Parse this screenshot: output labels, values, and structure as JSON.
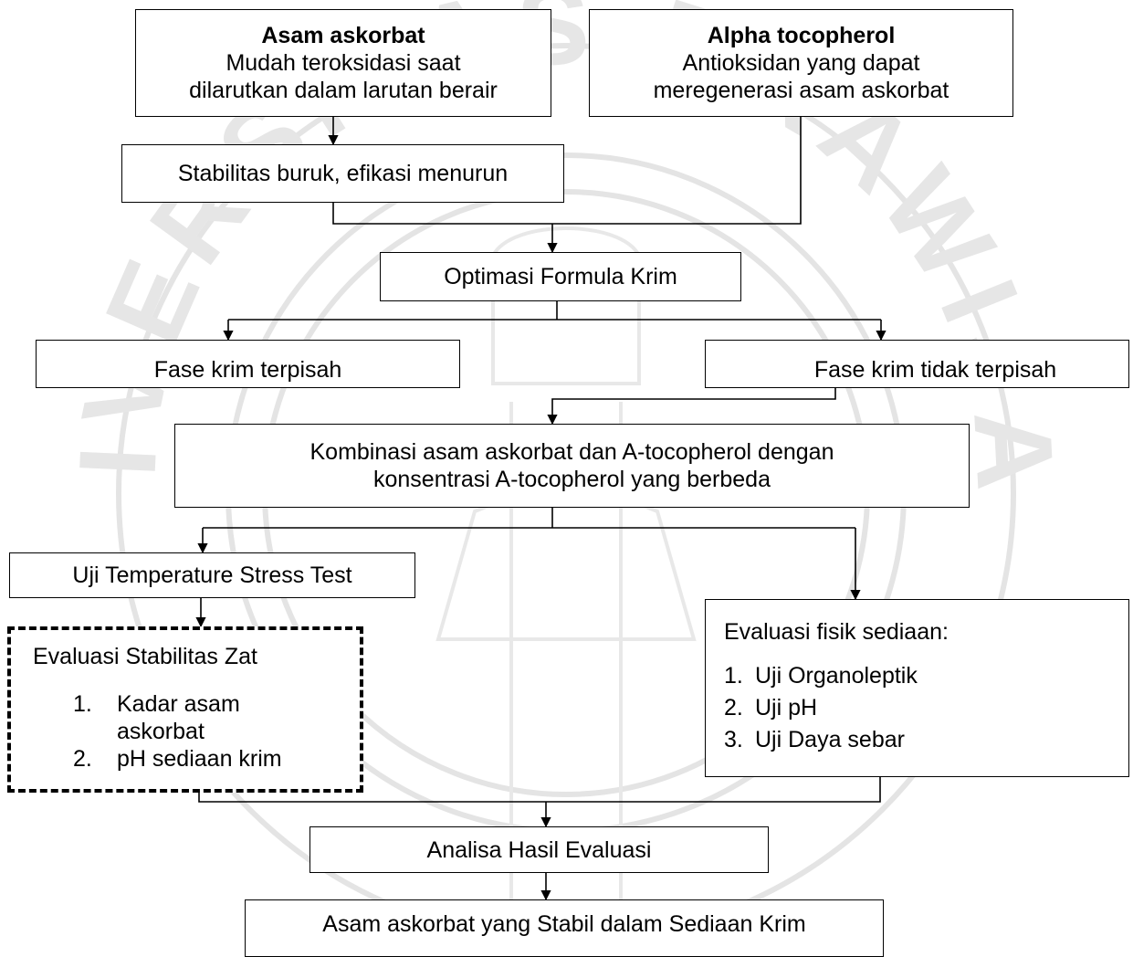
{
  "watermark": {
    "text": "UNIVERSITAS BRAWIJAYA",
    "color": "#d9d9d9"
  },
  "nodes": {
    "asam_askorbat": {
      "title": "Asam askorbat",
      "lines": [
        "Mudah teroksidasi saat",
        "dilarutkan dalam larutan berair"
      ]
    },
    "alpha_tocopherol": {
      "title": "Alpha tocopherol",
      "lines": [
        "Antioksidan yang dapat",
        "meregenerasi asam askorbat"
      ]
    },
    "stabilitas": {
      "text": "Stabilitas buruk, efikasi menurun"
    },
    "optimasi": {
      "text": "Optimasi Formula Krim"
    },
    "fase_terpisah": {
      "text": "Fase krim terpisah"
    },
    "fase_tidak": {
      "text": "Fase krim tidak terpisah"
    },
    "kombinasi": {
      "lines": [
        "Kombinasi asam askorbat dan A-tocopherol dengan",
        "konsentrasi A-tocopherol yang berbeda"
      ]
    },
    "uji_tst": {
      "text": "Uji Temperature Stress Test"
    },
    "evaluasi_zat": {
      "title": "Evaluasi Stabilitas Zat",
      "items": [
        {
          "num": "1.",
          "lines": [
            "Kadar asam",
            "askorbat"
          ]
        },
        {
          "num": "2.",
          "lines": [
            "pH sediaan krim"
          ]
        }
      ]
    },
    "evaluasi_fisik": {
      "title": "Evaluasi fisik sediaan:",
      "items": [
        {
          "num": "1.",
          "text": "Uji Organoleptik"
        },
        {
          "num": "2.",
          "text": "Uji pH"
        },
        {
          "num": "3.",
          "text": "Uji Daya sebar"
        }
      ]
    },
    "analisa": {
      "text": "Analisa Hasil Evaluasi"
    },
    "hasil": {
      "text": "Asam askorbat yang Stabil dalam Sediaan Krim"
    }
  }
}
